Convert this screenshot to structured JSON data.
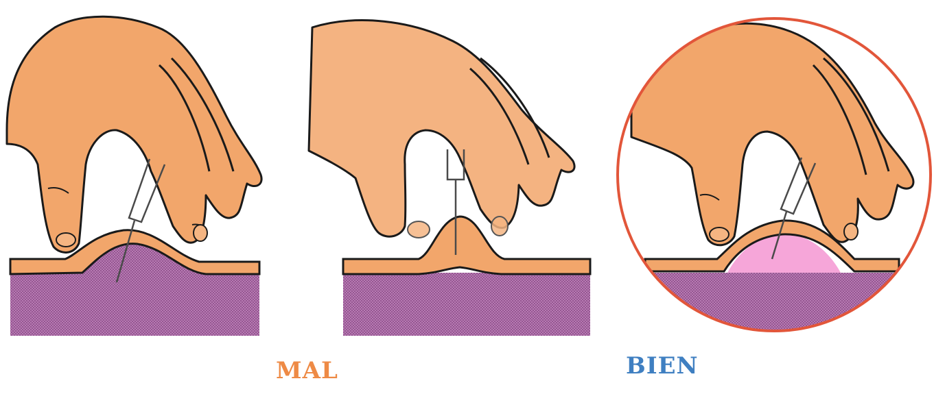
{
  "labels": {
    "wrong": "MAL",
    "right": "BIEN"
  },
  "colors": {
    "skin": "#F2A66B",
    "outline": "#1A1A1A",
    "muscle": "#B77BB3",
    "muscle_stipple": "#7D3C79",
    "subcutaneous_pink": "#F6A6D9",
    "highlight_circle": "#E2563A",
    "wrong_label": "#EE8A45",
    "right_label": "#3F7FC1",
    "needle": "#4A4A4A"
  },
  "panels": [
    {
      "id": "wrong-angle",
      "verdict": "wrong"
    },
    {
      "id": "wrong-vertical",
      "verdict": "wrong"
    },
    {
      "id": "correct-angle",
      "verdict": "right"
    }
  ]
}
